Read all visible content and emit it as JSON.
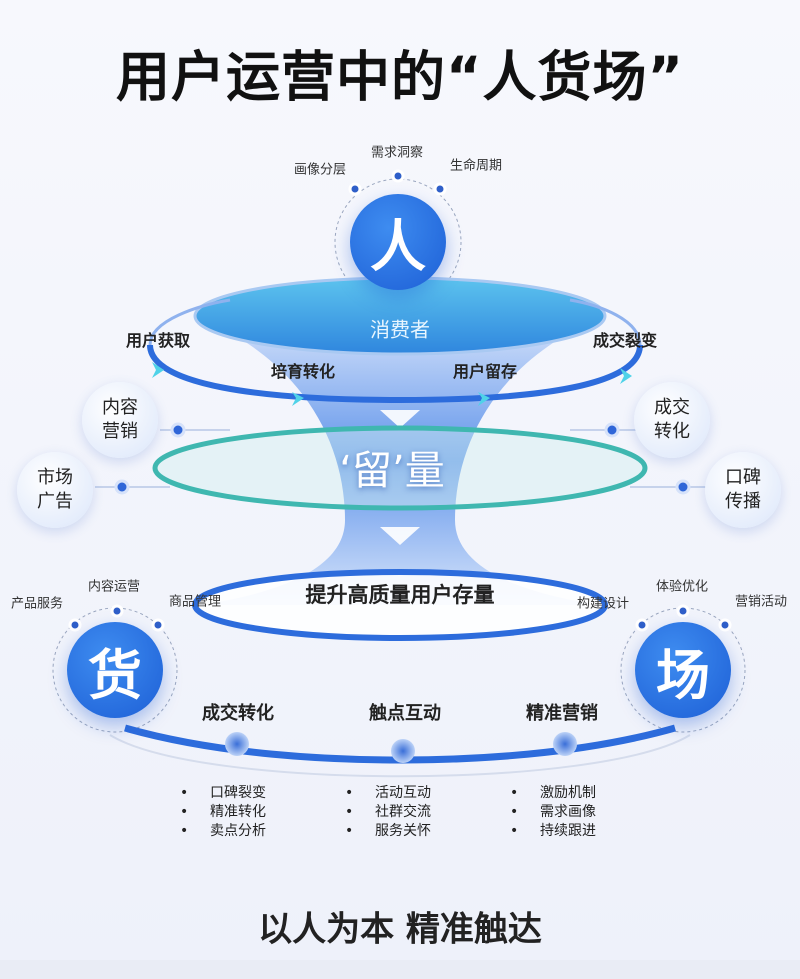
{
  "title": "用户运营中的“人货场”",
  "people": {
    "glyph": "人",
    "tags": [
      "画像分层",
      "需求洞察",
      "生命周期"
    ],
    "top_ellipse": "消费者",
    "ring_labels": [
      "用户获取",
      "培育转化",
      "用户留存",
      "成交裂变"
    ]
  },
  "retention": {
    "label": "‘留’量",
    "left_circles": [
      "内容\n营销",
      "市场\n广告"
    ],
    "right_circles": [
      "成交\n转化",
      "口碑\n传播"
    ],
    "bottom_ellipse": "提升高质量用户存量"
  },
  "goods": {
    "glyph": "货",
    "tags": [
      "产品服务",
      "内容运营",
      "商品管理"
    ]
  },
  "venue": {
    "glyph": "场",
    "tags": [
      "构建设计",
      "体验优化",
      "营销活动"
    ]
  },
  "stages": [
    {
      "label": "成交转化",
      "items": [
        "口碑裂变",
        "精准转化",
        "卖点分析"
      ]
    },
    {
      "label": "触点互动",
      "items": [
        "活动互动",
        "社群交流",
        "服务关怀"
      ]
    },
    {
      "label": "精准营销",
      "items": [
        "激励机制",
        "需求画像",
        "持续跟进"
      ]
    }
  ],
  "footer": "以人为本 精准触达",
  "colors": {
    "primary": "#1f63d8",
    "teal": "#3fb7b0",
    "cyan": "#4fd2e8"
  }
}
